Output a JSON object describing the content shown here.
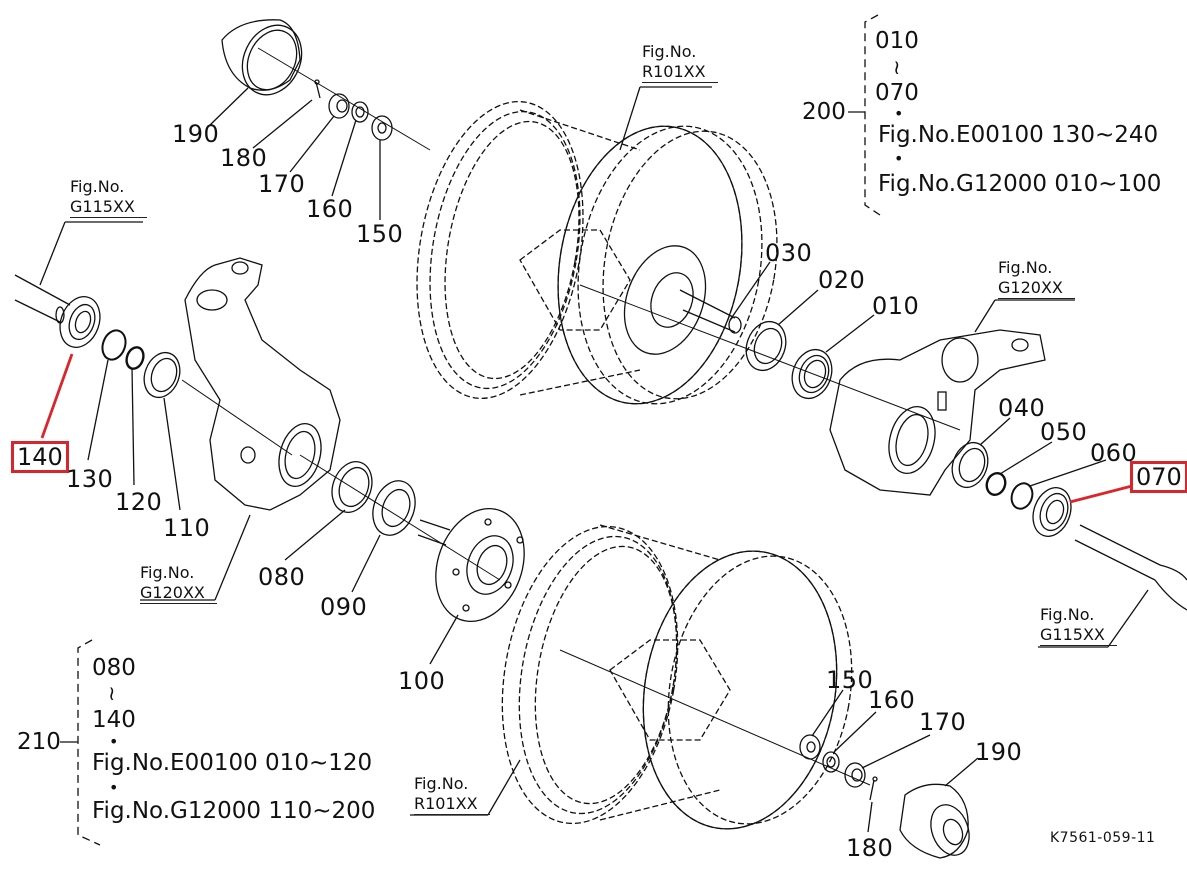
{
  "diagram": {
    "title": "Front axle hub / knuckle exploded parts diagram",
    "drawing_id": "K7561-059-11",
    "highlight_color": "#d9252c",
    "line_color": "#111111",
    "highlighted_parts": [
      "140",
      "070"
    ],
    "part_labels": {
      "p010": "010",
      "p020": "020",
      "p030": "030",
      "p040": "040",
      "p050": "050",
      "p060": "060",
      "p070": "070",
      "p080": "080",
      "p090": "090",
      "p100": "100",
      "p110": "110",
      "p120": "120",
      "p130": "130",
      "p140": "140",
      "p150_top": "150",
      "p160_top": "160",
      "p170_top": "170",
      "p180_top": "180",
      "p190_top": "190",
      "p150_bot": "150",
      "p160_bot": "160",
      "p170_bot": "170",
      "p180_bot": "180",
      "p190_bot": "190"
    },
    "figure_refs": {
      "g115_left": {
        "line1": "Fig.No.",
        "line2": "G115XX"
      },
      "g115_right": {
        "line1": "Fig.No.",
        "line2": "G115XX"
      },
      "g120_left": {
        "line1": "Fig.No.",
        "line2": "G120XX"
      },
      "g120_right": {
        "line1": "Fig.No.",
        "line2": "G120XX"
      },
      "r101_top": {
        "line1": "Fig.No.",
        "line2": "R101XX"
      },
      "r101_bottom": {
        "line1": "Fig.No.",
        "line2": "R101XX"
      }
    },
    "assembly_notes": {
      "a200": {
        "ref": "200",
        "range_start": "010",
        "tilde": "≀",
        "range_end": "070",
        "dot": "•",
        "line1": "Fig.No.E00100  130∼240",
        "line2": "Fig.No.G12000  010∼100"
      },
      "a210": {
        "ref": "210",
        "range_start": "080",
        "tilde": "≀",
        "range_end": "140",
        "dot": "•",
        "line1": "Fig.No.E00100  010∼120",
        "line2": "Fig.No.G12000  110∼200"
      }
    }
  }
}
